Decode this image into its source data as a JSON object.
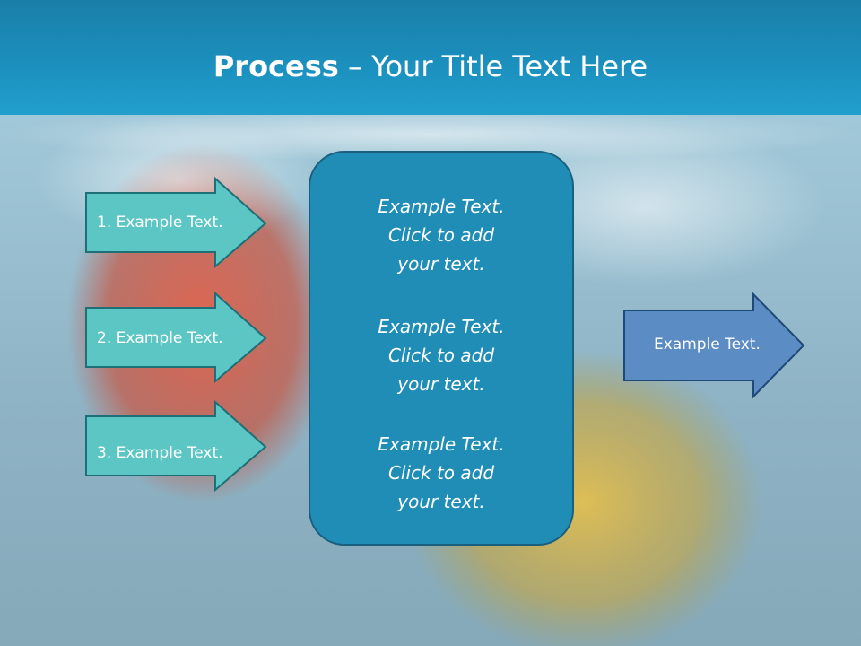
{
  "slide": {
    "title_bold": "Process",
    "title_rest": " – Your Title Text Here"
  },
  "left_arrows": [
    {
      "label": "1. Example Text."
    },
    {
      "label": "2. Example Text."
    },
    {
      "label": "3. Example Text."
    }
  ],
  "center_box": {
    "blocks": [
      {
        "lines": [
          "Example Text.",
          "Click  to add",
          "your text."
        ]
      },
      {
        "lines": [
          "Example Text.",
          "Click  to add",
          "your text."
        ]
      },
      {
        "lines": [
          "Example Text.",
          "Click  to add",
          "your text."
        ]
      }
    ]
  },
  "right_arrow": {
    "label": "Example Text."
  },
  "colors": {
    "teal_arrow": "#5bc6c3",
    "blue_arrow": "#5b8cc4",
    "center_box": "#1f8db6",
    "title_bar": "#1b8fbd"
  }
}
